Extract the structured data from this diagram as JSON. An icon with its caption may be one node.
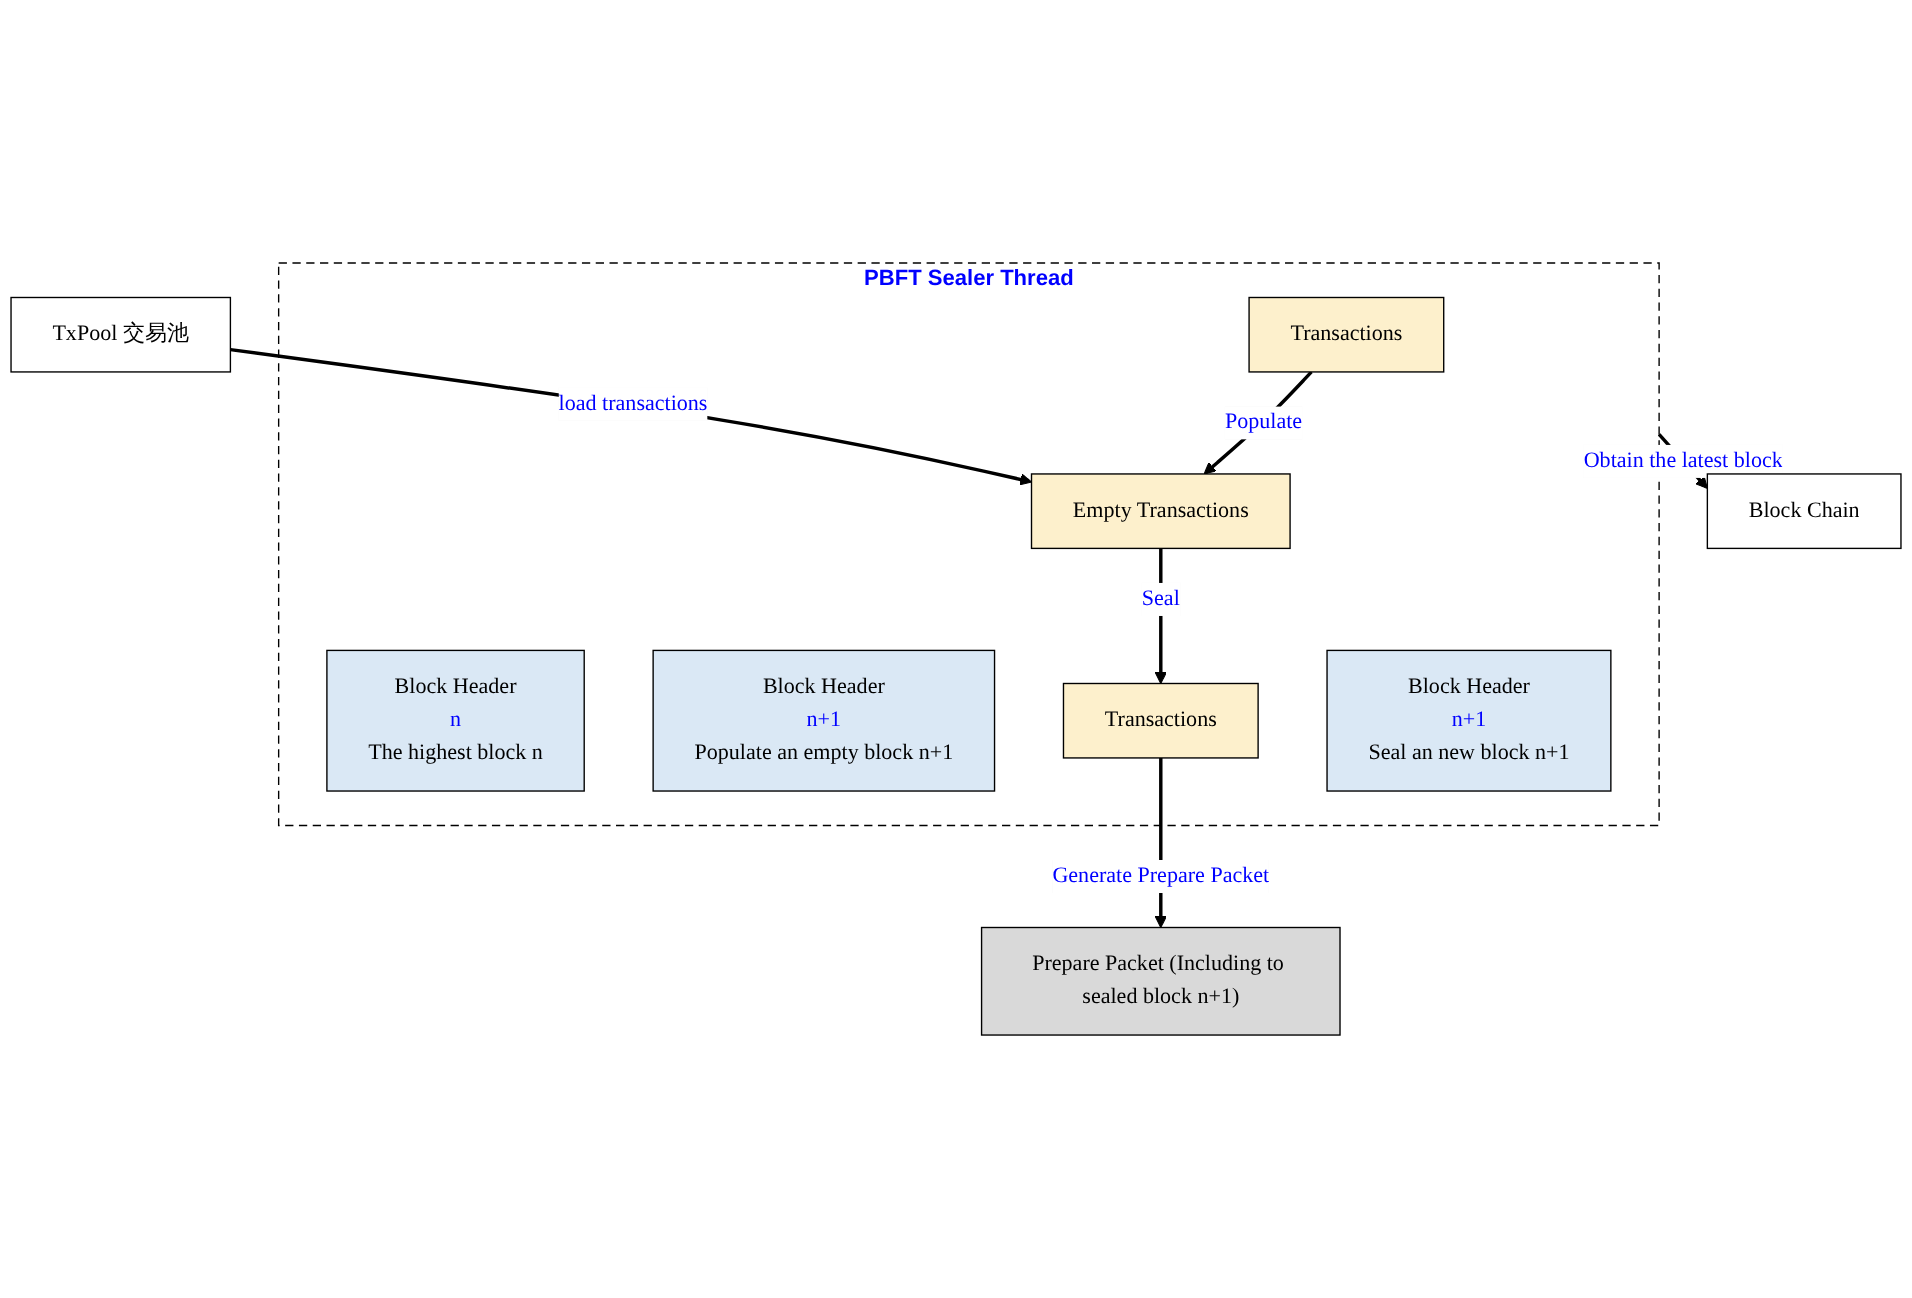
{
  "diagram": {
    "nodes": [
      {
        "text": [
          "Block Chain"
        ]
      },
      {
        "text": [
          "TxPool 交易池"
        ]
      },
      {
        "text": [
          "PBFT Sealer Thread"
        ]
      },
      {
        "text": [
          "Transactions"
        ],
        "in": 2
      },
      {
        "text": [
          "Block Header",
          "n",
          "The highest block n"
        ],
        "in": 2
      },
      {
        "text": [
          "Empty Transactions"
        ],
        "in": 2
      },
      {
        "text": [
          "Block Header",
          "n+1",
          "Populate an empty block n+1"
        ],
        "in": 2
      },
      {
        "text": [
          "Transactions"
        ],
        "in": 2
      },
      {
        "text": [
          "Block Header",
          "n+1",
          "Seal an new block n+1"
        ],
        "in": 2
      },
      {
        "text": [
          "Prepare Packet (Including to sealed block n+1)"
        ]
      }
    ],
    "edges": [
      {
        "from": 2,
        "to": 0,
        "arrow": "to",
        "label": "Obtain the latest block"
      },
      {
        "from": 1,
        "to": 5,
        "arrow": "to",
        "label": "load transactions"
      },
      {
        "from": 3,
        "to": 5,
        "arrow": "to",
        "label": "Populate"
      },
      {
        "from": 5,
        "to": 7,
        "arrow": "to",
        "label": "Seal"
      },
      {
        "from": 7,
        "to": 9,
        "arrow": "to",
        "label": "Generate Prepare Packet"
      }
    ]
  }
}
